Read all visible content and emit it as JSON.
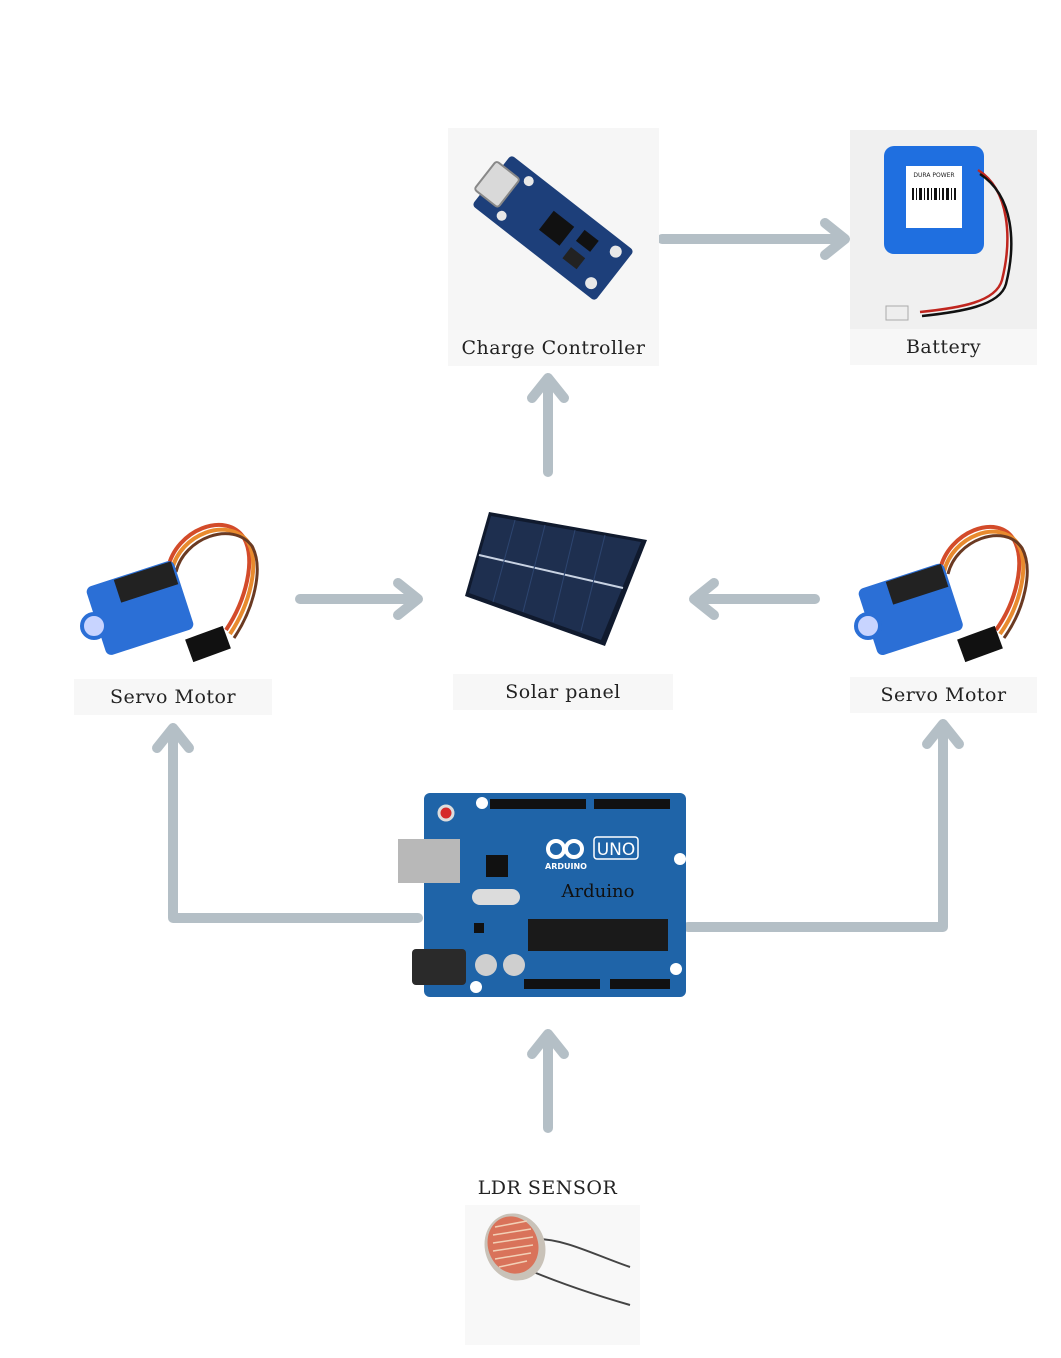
{
  "nodes": {
    "charge_controller": {
      "label": "Charge Controller"
    },
    "battery": {
      "label": "Battery",
      "print_line": "DURA POWER"
    },
    "solar_panel": {
      "label": "Solar panel"
    },
    "servo_left": {
      "label": "Servo Motor"
    },
    "servo_right": {
      "label": "Servo Motor"
    },
    "arduino": {
      "label": "Arduino",
      "logo_text": "ARDUINO",
      "model": "UNO"
    },
    "ldr": {
      "label": "LDR SENSOR"
    }
  },
  "edges": [
    {
      "from": "charge_controller",
      "to": "battery"
    },
    {
      "from": "solar_panel",
      "to": "charge_controller"
    },
    {
      "from": "servo_left",
      "to": "solar_panel"
    },
    {
      "from": "servo_right",
      "to": "solar_panel"
    },
    {
      "from": "arduino",
      "to": "servo_left"
    },
    {
      "from": "arduino",
      "to": "servo_right"
    },
    {
      "from": "ldr",
      "to": "arduino"
    }
  ],
  "colors": {
    "arrow": "#b4bfc6",
    "board": "#1f64a8",
    "servo": "#2b6fd6",
    "panel": "#1e2f4f"
  }
}
